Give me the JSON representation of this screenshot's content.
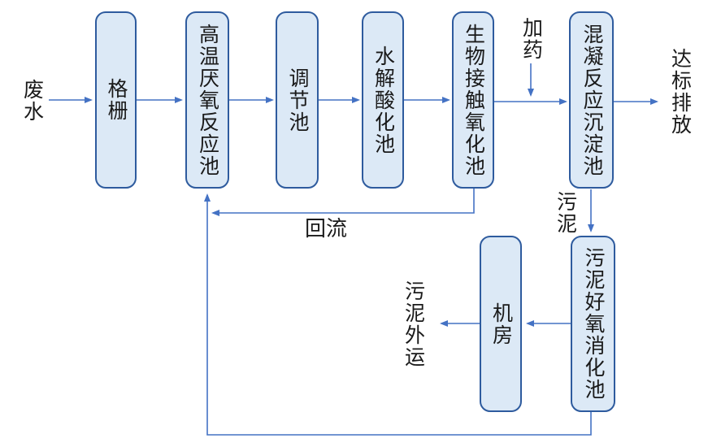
{
  "diagram": {
    "nodes": [
      {
        "id": "grating",
        "label": "格栅"
      },
      {
        "id": "anaerobic",
        "label": "高温厌氧反应池"
      },
      {
        "id": "regulating",
        "label": "调节池"
      },
      {
        "id": "hydrolysis",
        "label": "水解酸化池"
      },
      {
        "id": "biocontact",
        "label": "生物接触氧化池"
      },
      {
        "id": "coagulation",
        "label": "混凝反应沉淀池"
      },
      {
        "id": "machine-room",
        "label": "机房"
      },
      {
        "id": "digestion",
        "label": "污泥好氧消化池"
      }
    ],
    "labels": [
      {
        "id": "wastewater",
        "text": "废水"
      },
      {
        "id": "dosing",
        "text": "加药"
      },
      {
        "id": "discharge",
        "text": "达标排放"
      },
      {
        "id": "sludge",
        "text": "污泥"
      },
      {
        "id": "reflux",
        "text": "回流"
      },
      {
        "id": "sludge-out",
        "text": "污泥外运"
      }
    ],
    "edges": [
      {
        "from": "wastewater",
        "to": "grating"
      },
      {
        "from": "grating",
        "to": "anaerobic"
      },
      {
        "from": "anaerobic",
        "to": "regulating"
      },
      {
        "from": "regulating",
        "to": "hydrolysis"
      },
      {
        "from": "hydrolysis",
        "to": "biocontact"
      },
      {
        "from": "biocontact",
        "to": "coagulation"
      },
      {
        "from": "dosing",
        "to": "biocontact-coagulation-line"
      },
      {
        "from": "coagulation",
        "to": "discharge"
      },
      {
        "from": "coagulation",
        "to": "digestion",
        "via_label": "sludge"
      },
      {
        "from": "digestion",
        "to": "machine-room"
      },
      {
        "from": "machine-room",
        "to": "sludge-out"
      },
      {
        "from": "biocontact",
        "to": "anaerobic",
        "via_label": "reflux"
      },
      {
        "from": "digestion",
        "to": "anaerobic"
      }
    ],
    "colors": {
      "node_fill": "#dce9f6",
      "node_border": "#2e5b9e",
      "arrow": "#4472c4",
      "text": "#1a1a1a",
      "background": "#ffffff"
    }
  }
}
